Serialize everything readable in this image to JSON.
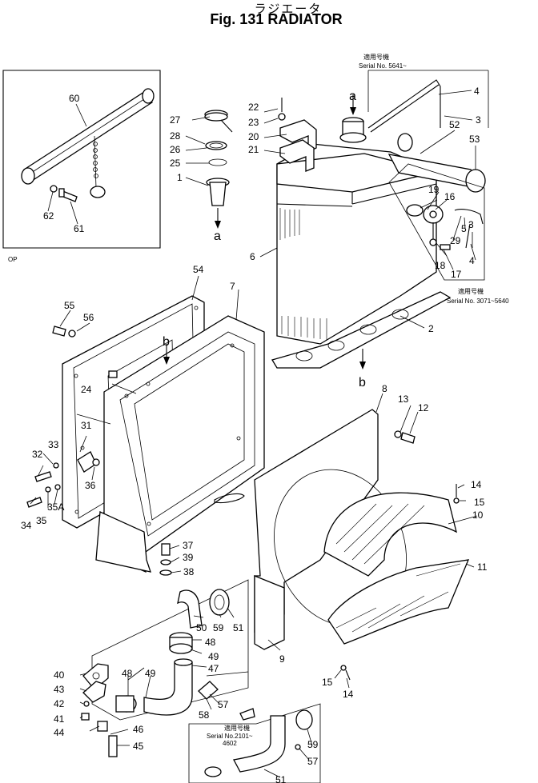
{
  "title": {
    "japanese": "ラジエータ",
    "english": "Fig. 131 RADIATOR"
  },
  "notes": {
    "serial_a_jp": "適用号機",
    "serial_a": "Serial No. 5641~",
    "serial_b_jp": "適用号機",
    "serial_b": "Serial No. 3071~5640",
    "serial_c_jp": "適用号機",
    "serial_c": "Serial No.2101~",
    "serial_c2": "4602",
    "op": "OP"
  },
  "connectors": {
    "a_top": "a",
    "a_bottom": "a",
    "b_top": "b",
    "b_bottom": "b"
  },
  "parts": {
    "p1": "1",
    "p2": "2",
    "p3a": "3",
    "p3b": "3",
    "p4a": "4",
    "p4b": "4",
    "p5": "5",
    "p6": "6",
    "p7": "7",
    "p8": "8",
    "p9": "9",
    "p10": "10",
    "p11": "11",
    "p12": "12",
    "p13": "13",
    "p14a": "14",
    "p14b": "14",
    "p15a": "15",
    "p15b": "15",
    "p16": "16",
    "p17": "17",
    "p18": "18",
    "p19": "19",
    "p20": "20",
    "p21": "21",
    "p22": "22",
    "p23": "23",
    "p24": "24",
    "p25": "25",
    "p26": "26",
    "p27": "27",
    "p28": "28",
    "p29": "29",
    "p31": "31",
    "p32": "32",
    "p33": "33",
    "p34": "34",
    "p35": "35",
    "p35a": "35A",
    "p36": "36",
    "p37": "37",
    "p38": "38",
    "p39": "39",
    "p40": "40",
    "p41": "41",
    "p42": "42",
    "p43": "43",
    "p44": "44",
    "p45": "45",
    "p46": "46",
    "p47": "47",
    "p48a": "48",
    "p48b": "48",
    "p49a": "49",
    "p49b": "49",
    "p50": "50",
    "p51a": "51",
    "p51b": "51",
    "p52": "52",
    "p53": "53",
    "p54": "54",
    "p55": "55",
    "p56": "56",
    "p57a": "57",
    "p57b": "57",
    "p58": "58",
    "p59a": "59",
    "p59b": "59",
    "p60": "60",
    "p61": "61",
    "p62": "62"
  }
}
